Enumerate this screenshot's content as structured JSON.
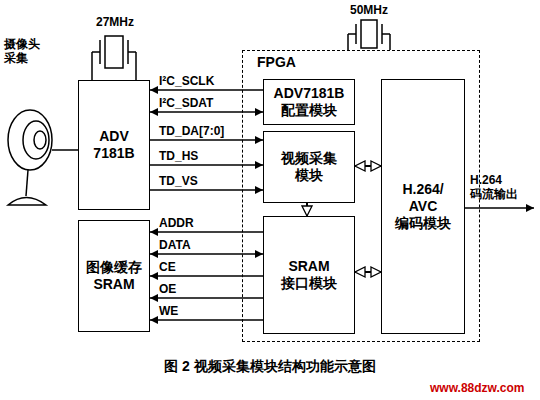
{
  "diagram": {
    "caption": "图 2 视频采集模块结构功能示意图",
    "nodes": [
      {
        "text": [
          "ADV 7181B"
        ]
      },
      {
        "text": [
          "图像缓存 SRAM"
        ]
      },
      {
        "text": [
          "FPGA"
        ]
      },
      {
        "text": [
          "ADV7181B 配置模块"
        ],
        "in": 2
      },
      {
        "text": [
          "视频采集 模块"
        ],
        "in": 2
      },
      {
        "text": [
          "SRAM 接口模块"
        ],
        "in": 2
      },
      {
        "text": [
          "H.264/ AVC 编码模块"
        ],
        "in": 2
      }
    ],
    "edges": [
      {
        "from": 3,
        "to": 0,
        "label": "I²C_SCLK",
        "arrow": "to"
      },
      {
        "from": 3,
        "to": 0,
        "label": "I²C_SDAT",
        "arrow": "both"
      },
      {
        "from": 0,
        "to": 4,
        "label": "TD_DA[7:0]",
        "arrow": "to"
      },
      {
        "from": 0,
        "to": 4,
        "label": "TD_HS",
        "arrow": "to"
      },
      {
        "from": 0,
        "to": 4,
        "label": "TD_VS",
        "arrow": "to"
      },
      {
        "from": 5,
        "to": 1,
        "label": "ADDR",
        "arrow": "to"
      },
      {
        "from": 5,
        "to": 1,
        "label": "DATA",
        "arrow": "both"
      },
      {
        "from": 5,
        "to": 1,
        "label": "CE",
        "arrow": "to"
      },
      {
        "from": 5,
        "to": 1,
        "label": "OE",
        "arrow": "to"
      },
      {
        "from": 5,
        "to": 1,
        "label": "WE",
        "arrow": "to"
      },
      {
        "from": 4,
        "to": 5,
        "arrow": "to"
      },
      {
        "from": 4,
        "to": 6,
        "arrow": "both"
      },
      {
        "from": 5,
        "to": 6,
        "arrow": "both"
      }
    ],
    "labels": [
      "摄像头 采集",
      "27MHz",
      "50MHz",
      "H.264 码流输出",
      "www.88dzw.com"
    ]
  }
}
